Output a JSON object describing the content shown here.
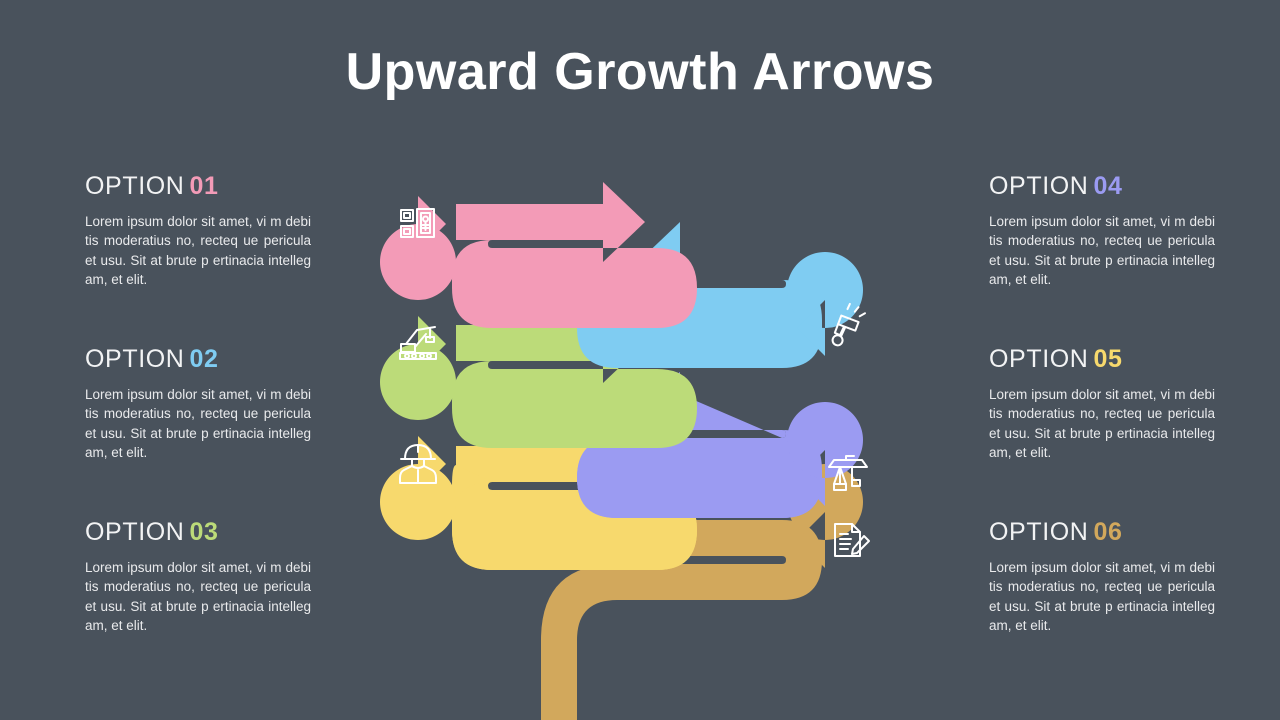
{
  "slide": {
    "title": "Upward Growth Arrows",
    "background_color": "#49525C",
    "title_color": "#FFFFFF"
  },
  "body_text": "Lorem ipsum dolor sit amet, vi m debitis moderatius no, recteq ue pericula et usu. Sit at brute p ertinacia intellegam, et elit.",
  "options": [
    {
      "label": "OPTION",
      "number": "01",
      "color": "#F39BB7",
      "icon": "buildings-icon",
      "side": "left",
      "body": "Lorem ipsum dolor sit amet, vi m debitis moderatius no, recteq ue pericula et usu. Sit at brute p ertinacia intellegam, et elit."
    },
    {
      "label": "OPTION",
      "number": "02",
      "color": "#7FCCF2",
      "icon": "crawler-crane-icon",
      "side": "left",
      "body": "Lorem ipsum dolor sit amet, vi m debitis moderatius no, recteq ue pericula et usu. Sit at brute p ertinacia intellegam, et elit."
    },
    {
      "label": "OPTION",
      "number": "03",
      "color": "#BCDB79",
      "icon": "construction-worker-icon",
      "side": "left",
      "body": "Lorem ipsum dolor sit amet, vi m debitis moderatius no, recteq ue pericula et usu. Sit at brute p ertinacia intellegam, et elit."
    },
    {
      "label": "OPTION",
      "number": "04",
      "color": "#9B9BF2",
      "icon": "paint-brush-icon",
      "side": "right",
      "body": "Lorem ipsum dolor sit amet, vi m debitis moderatius no, recteq ue pericula et usu. Sit at brute p ertinacia intellegam, et elit."
    },
    {
      "label": "OPTION",
      "number": "05",
      "color": "#F7D96D",
      "icon": "tower-crane-icon",
      "side": "right",
      "body": "Lorem ipsum dolor sit amet, vi m debitis moderatius no, recteq ue pericula et usu. Sit at brute p ertinacia intellegam, et elit."
    },
    {
      "label": "OPTION",
      "number": "06",
      "color": "#D2A85C",
      "icon": "contract-signing-icon",
      "side": "right",
      "body": "Lorem ipsum dolor sit amet, vi m debitis moderatius no, recteq ue pericula et usu. Sit at brute p ertinacia intellegam, et elit."
    }
  ],
  "diagram": {
    "name": "upward-growth-arrows-diagram",
    "bands": [
      {
        "name": "band-pink",
        "color": "#F39BB7",
        "direction": "right",
        "badge_side": "left"
      },
      {
        "name": "band-blue",
        "color": "#7FCCF2",
        "direction": "left",
        "badge_side": "right"
      },
      {
        "name": "band-green",
        "color": "#BCDB79",
        "direction": "right",
        "badge_side": "left"
      },
      {
        "name": "band-purple",
        "color": "#9B9BF2",
        "direction": "left",
        "badge_side": "right"
      },
      {
        "name": "band-yellow",
        "color": "#F7D96D",
        "direction": "right",
        "badge_side": "left"
      },
      {
        "name": "band-tan",
        "color": "#D2A85C",
        "direction": "left",
        "badge_side": "right"
      }
    ]
  }
}
